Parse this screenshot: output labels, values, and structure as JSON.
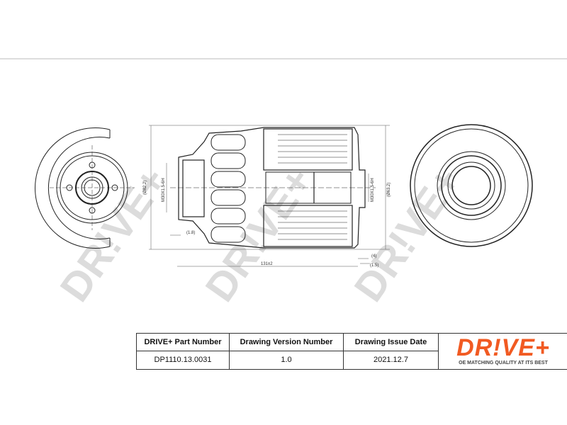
{
  "drawing": {
    "watermark": "DR!VE+",
    "dimensions": {
      "outer_diameter": "(Ø82.2)",
      "thread_left": "M30X1.5-6H",
      "offset_left": "(1.8)",
      "length": "131±2",
      "thread_right": "M30X1.5-6H",
      "diameter_right": "(Ø63.2)",
      "offset_right_a": "(4)",
      "offset_right_b": "(1.5)"
    }
  },
  "title_block": {
    "headers": [
      "DRIVE+ Part Number",
      "Drawing Version Number",
      "Drawing Issue Date"
    ],
    "values": [
      "DP1110.13.0031",
      "1.0",
      "2021.12.7"
    ],
    "logo": "DR!VE+",
    "tagline": "OE MATCHING QUALITY AT ITS BEST"
  },
  "colors": {
    "brand": "#f15a22",
    "line": "#222222",
    "watermark": "#d9d9d9"
  }
}
